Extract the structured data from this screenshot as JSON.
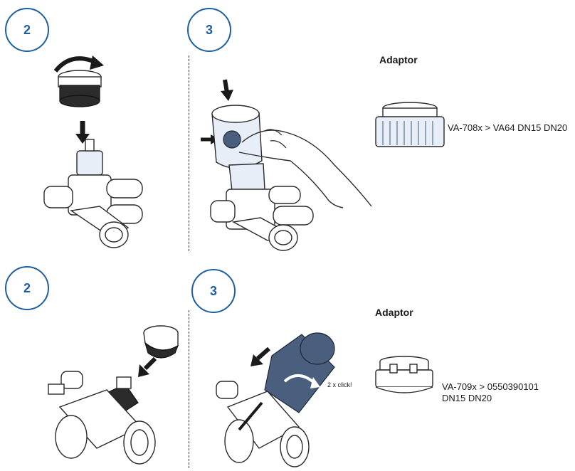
{
  "steps": {
    "top_left": "2",
    "top_right": "3",
    "bottom_left": "2",
    "bottom_right": "3"
  },
  "adaptor_top": {
    "heading": "Adaptor",
    "caption": "VA-708x > VA64 DN15 DN20"
  },
  "adaptor_bottom": {
    "heading": "Adaptor",
    "caption_line1": "VA-709x > 0550390101",
    "caption_line2": "DN15 DN20"
  },
  "click_note": "2 x click!",
  "colors": {
    "step_circle": "#1f5f9e",
    "actuator_bottom": "#4a5f7d"
  }
}
